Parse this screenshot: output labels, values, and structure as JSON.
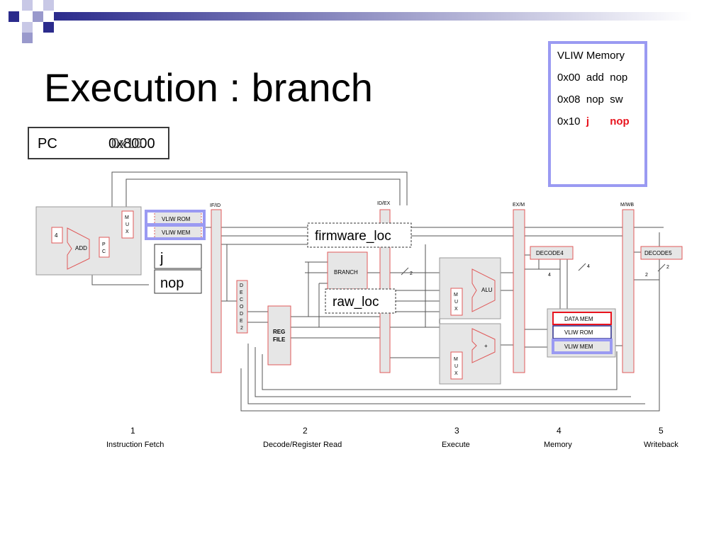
{
  "slide": {
    "title": "Execution : branch"
  },
  "pc": {
    "label": "PC",
    "value": "0x8000",
    "overlay_value": "0x10"
  },
  "vliw_memory": {
    "title": "VLIW Memory",
    "rows": [
      {
        "addr": "0x00",
        "op1": "add",
        "op2": "nop"
      },
      {
        "addr": "0x08",
        "op1": "nop",
        "op2": "sw"
      },
      {
        "addr": "0x10",
        "op1": "j",
        "op2": "nop"
      }
    ]
  },
  "callouts": {
    "firmware_loc": "firmware_loc",
    "raw_loc": "raw_loc",
    "j": "j",
    "nop": "nop"
  },
  "pipeline_regs": {
    "ifid": "IF/ID",
    "idex": "ID/EX",
    "exm": "EX/M",
    "mwb": "M/WB"
  },
  "components": {
    "four": "4",
    "add": "ADD",
    "pc_letters": [
      "P",
      "C"
    ],
    "mux_letters": [
      "M",
      "U",
      "X"
    ],
    "vliw_rom": "VLIW ROM",
    "vliw_mem": "VLIW MEM",
    "decode2_letters": [
      "D",
      "E",
      "C",
      "O",
      "D",
      "E",
      "2"
    ],
    "branch": "BRANCH",
    "reg_file_lines": [
      "REG",
      "FILE"
    ],
    "alu": "ALU",
    "adder_plus": "+",
    "decode4": "DECODE4",
    "decode5": "DECODE5",
    "data_mem": "DATA MEM",
    "vliw_rom2": "VLIW ROM",
    "vliw_mem2": "VLIW MEM",
    "bus_width_2": "2",
    "bus_width_4": "4"
  },
  "stages": [
    {
      "num": "1",
      "name": "Instruction Fetch"
    },
    {
      "num": "2",
      "name": "Decode/Register Read"
    },
    {
      "num": "3",
      "name": "Execute"
    },
    {
      "num": "4",
      "name": "Memory"
    },
    {
      "num": "5",
      "name": "Writeback"
    }
  ],
  "colors": {
    "title_bar_dark": "#2b2b8c",
    "title_bar_light": "#9999cc",
    "highlight_blue": "#9a9af2",
    "red_text": "#e8141e",
    "block_fill": "#e6e6e6",
    "red_outline": "#e05a5a"
  }
}
